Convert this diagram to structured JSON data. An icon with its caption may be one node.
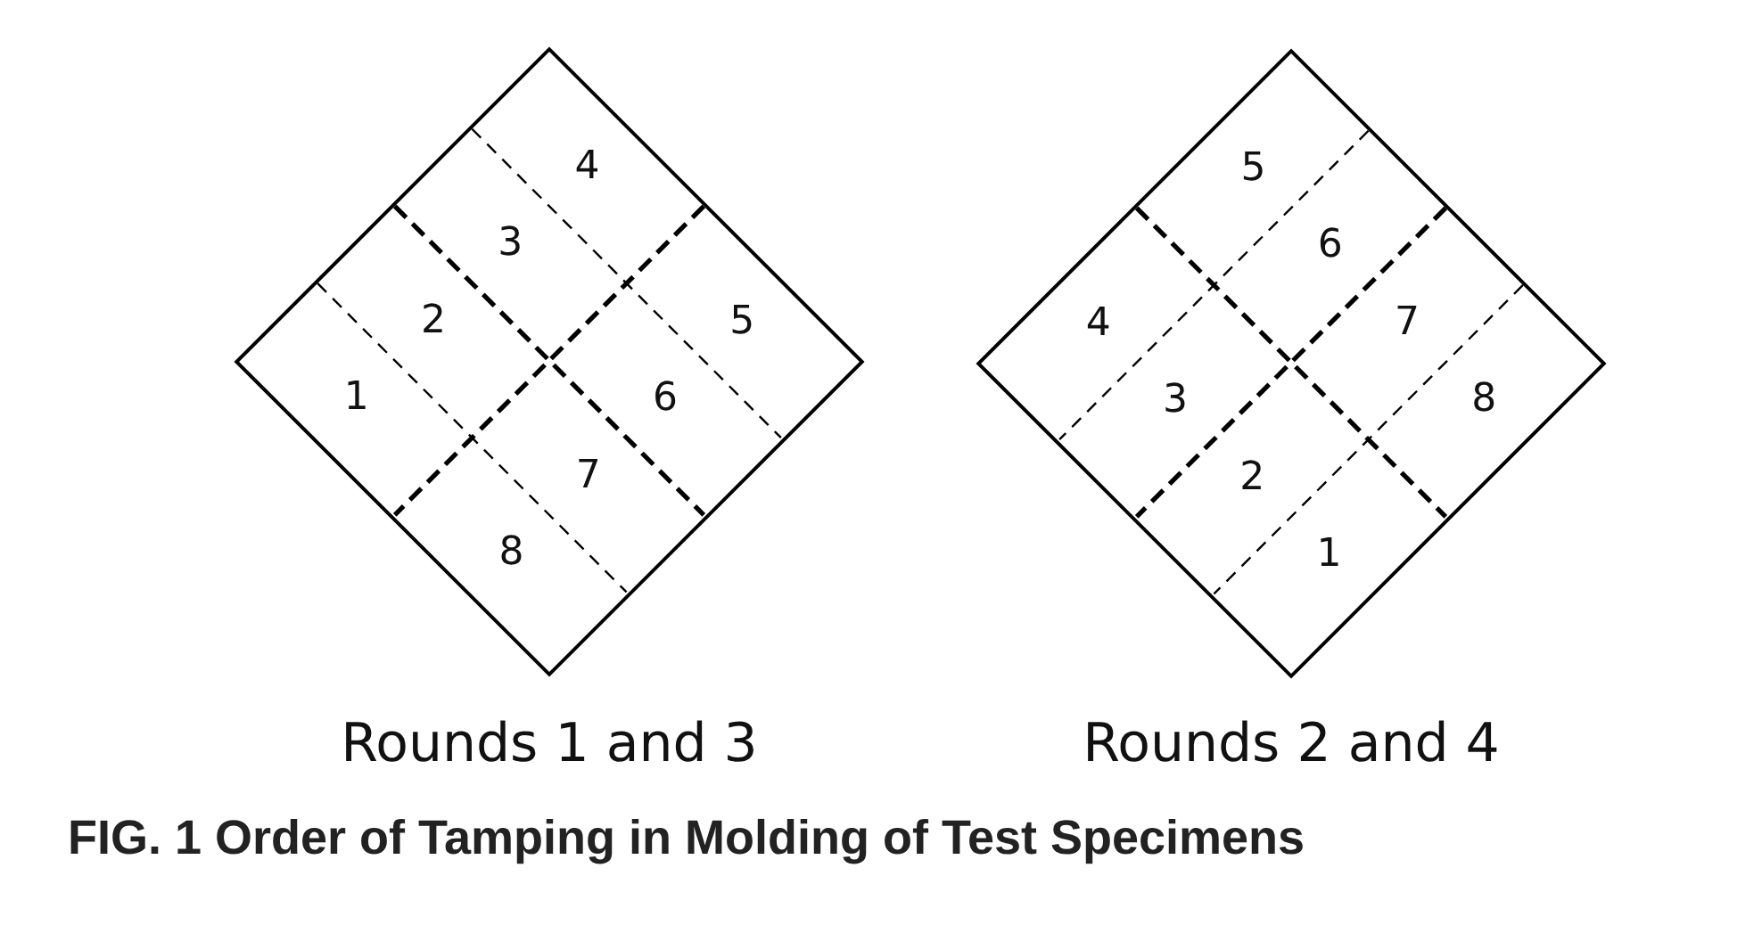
{
  "diagram": {
    "caption": "FIG. 1 Order of Tamping in Molding of Test Specimens",
    "nodes": [
      {
        "text": [],
        "shape": "diamond",
        "beside": [
          "Rounds 1 and 3"
        ]
      },
      {
        "text": [
          "1"
        ],
        "in": 0
      },
      {
        "text": [
          "2"
        ],
        "in": 0
      },
      {
        "text": [
          "3"
        ],
        "in": 0
      },
      {
        "text": [
          "4"
        ],
        "in": 0
      },
      {
        "text": [
          "5"
        ],
        "in": 0
      },
      {
        "text": [
          "6"
        ],
        "in": 0
      },
      {
        "text": [
          "7"
        ],
        "in": 0
      },
      {
        "text": [
          "8"
        ],
        "in": 0
      },
      {
        "text": [],
        "shape": "diamond",
        "beside": [
          "Rounds 2 and 4"
        ]
      },
      {
        "text": [
          "1"
        ],
        "in": 9
      },
      {
        "text": [
          "2"
        ],
        "in": 9
      },
      {
        "text": [
          "3"
        ],
        "in": 9
      },
      {
        "text": [
          "4"
        ],
        "in": 9
      },
      {
        "text": [
          "5"
        ],
        "in": 9
      },
      {
        "text": [
          "6"
        ],
        "in": 9
      },
      {
        "text": [
          "7"
        ],
        "in": 9
      },
      {
        "text": [
          "8"
        ],
        "in": 9
      }
    ],
    "edges": []
  }
}
